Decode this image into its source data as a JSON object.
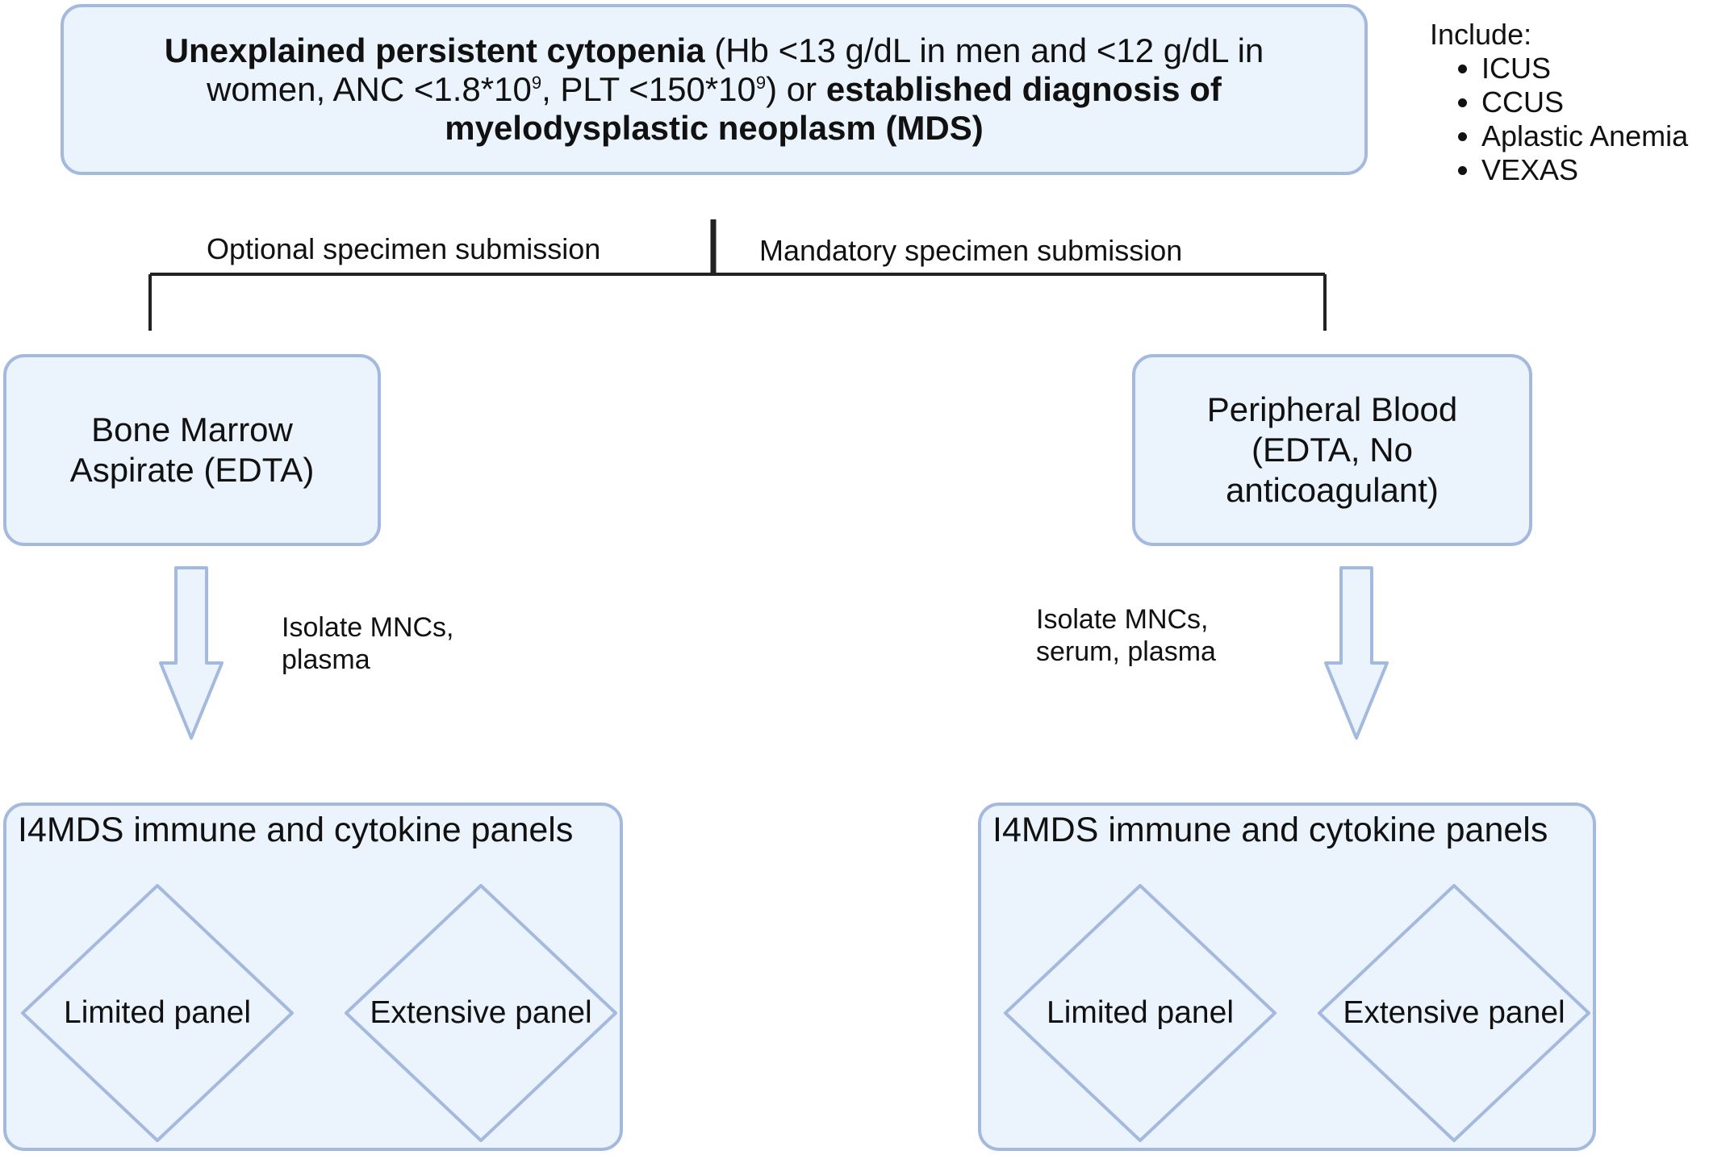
{
  "top": {
    "bold1": "Unexplained persistent cytopenia",
    "text1": " (Hb <13 g/dL in men and <12 g/dL in women, ANC <1.8*10",
    "sup1": "9",
    "text2": ", PLT <150*10",
    "sup2": "9",
    "text3": ") or ",
    "bold2": "established diagnosis of myelodysplastic neoplasm (MDS)"
  },
  "include": {
    "heading": "Include:",
    "items": [
      "ICUS",
      "CCUS",
      "Aplastic Anemia",
      "VEXAS"
    ]
  },
  "branches": {
    "optional": "Optional specimen submission",
    "mandatory": "Mandatory specimen submission"
  },
  "left": {
    "specimen_line1": "Bone Marrow",
    "specimen_line2": "Aspirate (EDTA)",
    "step_line1": "Isolate MNCs,",
    "step_line2": "plasma",
    "panel_title": "I4MDS immune and cytokine panels",
    "limited": "Limited panel",
    "extensive": "Extensive panel"
  },
  "right": {
    "specimen_line1": "Peripheral Blood",
    "specimen_line2": "(EDTA, No",
    "specimen_line3": "anticoagulant)",
    "step_line1": "Isolate MNCs,",
    "step_line2": "serum, plasma",
    "panel_title": "I4MDS immune and cytokine panels",
    "limited": "Limited panel",
    "extensive": "Extensive panel"
  },
  "colors": {
    "box_fill": "#ebf3fc",
    "box_border": "#a4b9de",
    "connector": "#222222"
  }
}
